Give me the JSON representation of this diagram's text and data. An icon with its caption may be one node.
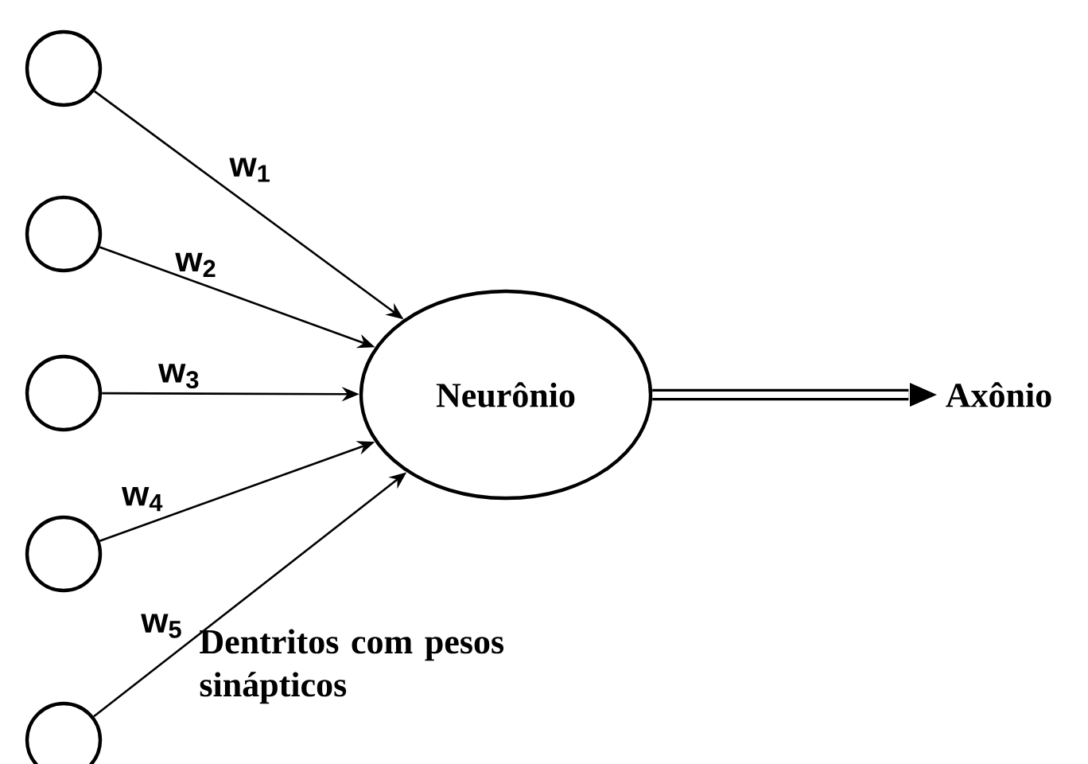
{
  "diagram": {
    "nodes": [
      {
        "text": [],
        "shape": "circle"
      },
      {
        "text": [],
        "shape": "circle"
      },
      {
        "text": [],
        "shape": "circle"
      },
      {
        "text": [],
        "shape": "circle"
      },
      {
        "text": [],
        "shape": "circle"
      },
      {
        "text": [
          "Neurônio"
        ]
      },
      {
        "text": [
          "Axônio"
        ]
      }
    ],
    "edges": [
      {
        "from": 0,
        "to": 5,
        "arrow": "to",
        "label": "w$_{1}$"
      },
      {
        "from": 1,
        "to": 5,
        "arrow": "to",
        "label": "w$_{2}$"
      },
      {
        "from": 2,
        "to": 5,
        "arrow": "to",
        "label": "w$_{3}$"
      },
      {
        "from": 3,
        "to": 5,
        "arrow": "to",
        "label": "w$_{4}$"
      },
      {
        "from": 4,
        "to": 5,
        "arrow": "to",
        "label": "w$_{5}$"
      },
      {
        "from": 5,
        "to": 6,
        "arrow": "to",
        "style": "thick"
      }
    ],
    "labels": [
      "Dentritos com pesos sinápticos"
    ]
  }
}
